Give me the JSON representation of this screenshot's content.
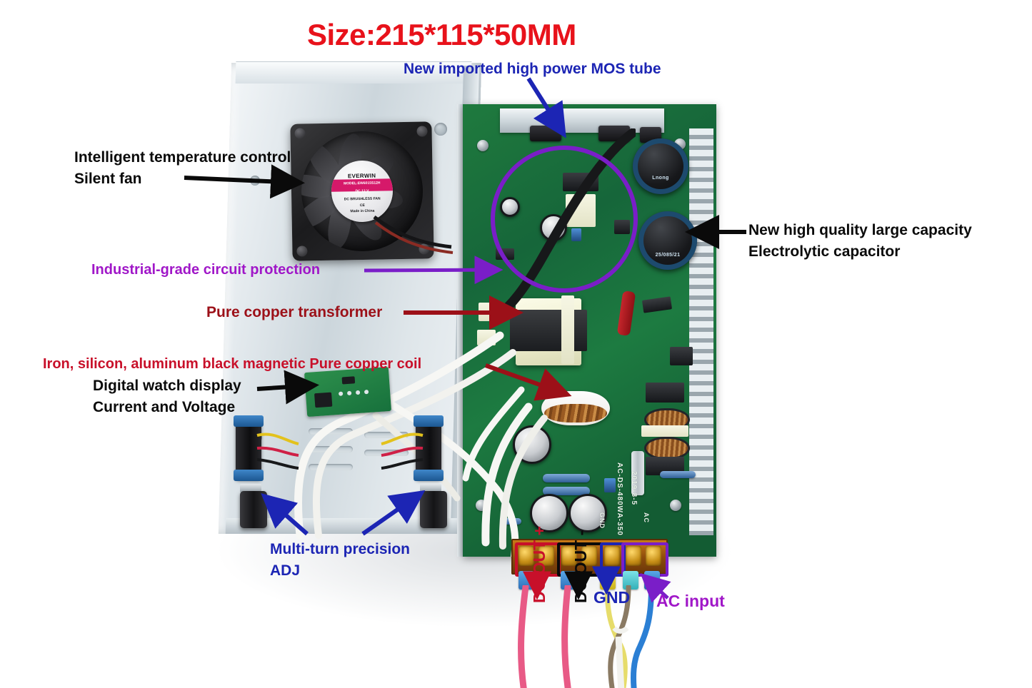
{
  "title": "Size:215*115*50MM",
  "annotations": {
    "mos_tube": "New imported high power MOS tube",
    "fan_line1": "Intelligent temperature control",
    "fan_line2": "Silent fan",
    "capacitor_line1": "New high quality large capacity",
    "capacitor_line2": "Electrolytic capacitor",
    "circuit_protection": "Industrial-grade circuit protection",
    "transformer": "Pure copper transformer",
    "coil": "Iron, silicon, aluminum black magnetic Pure copper coil",
    "display_line1": "Digital watch display",
    "display_line2": "Current and Voltage",
    "adj_line1": "Multi-turn precision",
    "adj_line2": "ADJ",
    "dc_out_plus": "DC OUT +",
    "dc_out_minus": "DC OUT -",
    "gnd": "GND",
    "ac_input": "AC input"
  },
  "colors": {
    "title_red": "#e8121b",
    "blue": "#1c25b4",
    "black": "#0a0a0a",
    "red": "#c8102a",
    "dark_red": "#9c1018",
    "purple": "#a017c8",
    "violet": "#7a1ec8",
    "pcb_green": "#1d7b41",
    "terminal_brass": "#c78f17"
  },
  "fan_label": {
    "brand": "EVERWIN",
    "model": "MODEL:EW6015S12H",
    "voltage": "DC 12 V",
    "current": "0.18 A",
    "type": "DC BRUSHLESS FAN",
    "origin": "Made in China",
    "cert": "CE"
  },
  "pcb_silkscreen": {
    "part_number": "AC-DS-480WA-350",
    "date_code": "2019-8-5",
    "gnd_label": "GND",
    "ac_label": "AC"
  },
  "capacitor_markings": {
    "brand": "Lnong",
    "spec": "25/085/21"
  }
}
